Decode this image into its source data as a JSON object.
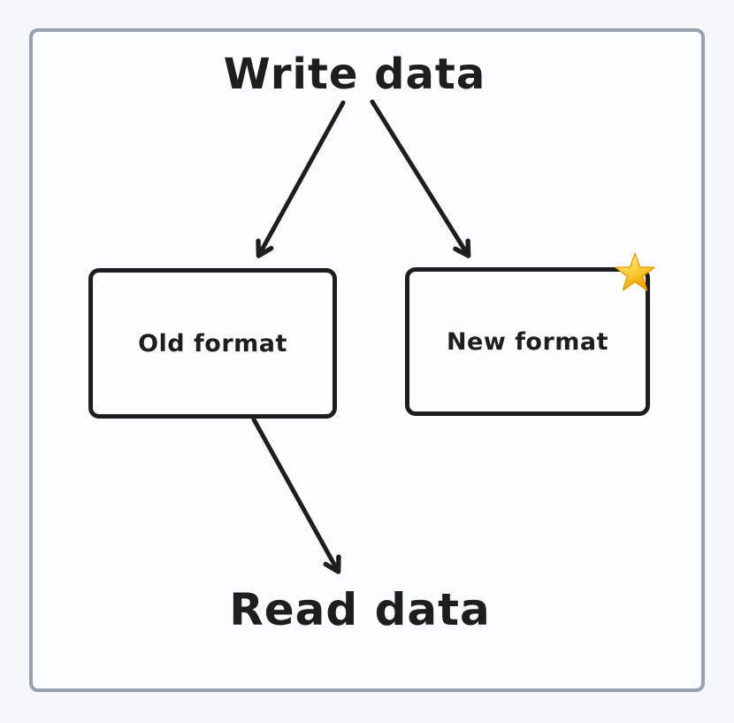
{
  "canvas": {
    "ink_color": "#1e1e1e",
    "frame_border_color": "#9aa1ac",
    "frame_fill": "#fbfcfd",
    "page_background": "#f5f6f8",
    "star_gold": "#ffd84d",
    "star_gold_dark": "#f0a500"
  },
  "diagram": {
    "write_label": "Write data",
    "read_label": "Read data",
    "nodes": [
      {
        "label": "Old format"
      },
      {
        "label": "New format",
        "badge_icon": "star"
      }
    ]
  }
}
